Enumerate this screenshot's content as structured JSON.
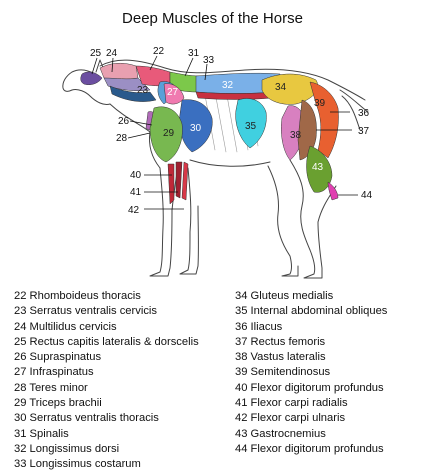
{
  "title": "Deep Muscles of the Horse",
  "colors": {
    "rhomboideus": "#6b4ea0",
    "serratus_cervicis": "#2a5a8c",
    "multilidus": "#9b8fc4",
    "rectus_capitis": "#e9a0b0",
    "supraspinatus": "#5aa0d8",
    "infraspinatus": "#f07ab0",
    "teres_minor": "#b06ab8",
    "triceps": "#78b850",
    "serratus_thoracis": "#3a6fc0",
    "spinalis": "#7cc84a",
    "longissimus_dorsi": "#7ab0e8",
    "longissimus_costarum": "#c83040",
    "gluteus": "#e8c840",
    "obliques": "#40d0e0",
    "iliacus": "#d880c0",
    "rectus_femoris": "#c85060",
    "vastus": "#a06848",
    "semitendinosus": "#e86030",
    "flexor_profundus": "#c02838",
    "flexor_radialis": "#a02030",
    "flexor_ulnaris": "#d83848",
    "gastrocnemius": "#6aa030",
    "flexor_hind": "#e040b0"
  },
  "regions": {
    "r23": "23",
    "r27": "27",
    "r29": "29",
    "r30": "30",
    "r32": "32",
    "r34": "34",
    "r35": "35",
    "r38": "38",
    "r39": "39",
    "r43": "43"
  },
  "callouts": {
    "c25": "25",
    "c24": "24",
    "c22": "22",
    "c31": "31",
    "c33": "33",
    "c26": "26",
    "c28": "28",
    "c36": "36",
    "c37": "37",
    "c40": "40",
    "c41": "41",
    "c42": "42",
    "c44": "44"
  },
  "legend_left": [
    "22 Rhomboideus thoracis",
    "23 Serratus ventralis cervicis",
    "24 Multilidus cervicis",
    "25 Rectus capitis lateralis & dorscelis",
    "26 Supraspinatus",
    "27 Infraspinatus",
    "28 Teres minor",
    "29 Triceps brachii",
    "30 Serratus ventralis thoracis",
    "31 Spinalis",
    "32 Longissimus dorsi",
    "33 Longissimus costarum"
  ],
  "legend_right": [
    "34 Gluteus medialis",
    "35 Internal abdominal obliques",
    "36 Iliacus",
    "37 Rectus femoris",
    "38 Vastus lateralis",
    "39 Semitendinosus",
    "40 Flexor digitorum profundus",
    "41 Flexor carpi radialis",
    "42 Flexor carpi ulnaris",
    "43 Gastrocnemius",
    "44 Flexor digitorum profundus"
  ]
}
